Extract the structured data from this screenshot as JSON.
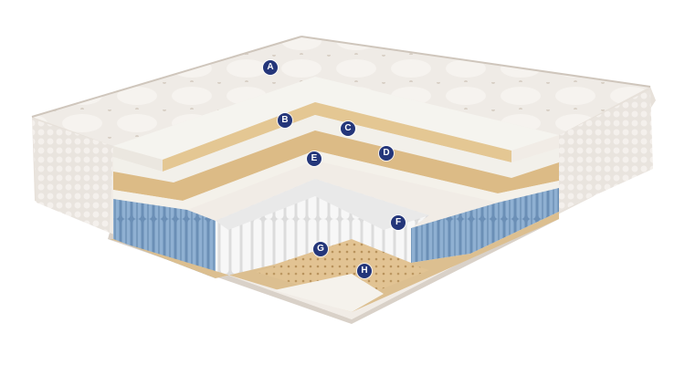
{
  "markers": [
    {
      "id": "A",
      "label": "A"
    },
    {
      "id": "B",
      "label": "B"
    },
    {
      "id": "C",
      "label": "C"
    },
    {
      "id": "D",
      "label": "D"
    },
    {
      "id": "E",
      "label": "E"
    },
    {
      "id": "F",
      "label": "F"
    },
    {
      "id": "G",
      "label": "G"
    },
    {
      "id": "H",
      "label": "H"
    }
  ],
  "colors": {
    "marker": "#24367a",
    "fabric": "#efebe6",
    "foam_white": "#f4f3ef",
    "latex_tan": "#e5c89a",
    "spring_blue": "#7ea2c6",
    "spring_white": "#f2f2f2"
  }
}
